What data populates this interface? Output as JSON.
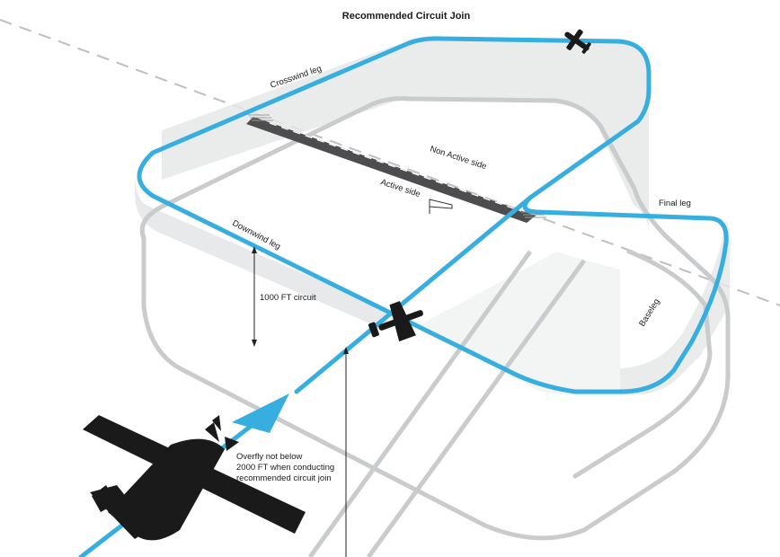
{
  "title": "Recommended Circuit Join",
  "labels": {
    "crosswind": "Crosswind leg",
    "non_active": "Non Active side",
    "active": "Active side",
    "final": "Final leg",
    "downwind": "Downwind leg",
    "circuit_height": "1000 FT circuit",
    "base": "Baseleg",
    "overfly_line1": "Overfly not below",
    "overfly_line2": "2000 FT when conducting",
    "overfly_line3": "recommended circuit join"
  },
  "colors": {
    "circuit_path": "#36aee0",
    "ground_track": "#c9cbcd",
    "wall_fill": "#e6e7e8",
    "runway": "#4d4d4f",
    "aircraft": "#1a1a1a"
  },
  "icons": [
    "aircraft-large-icon",
    "aircraft-midfield-icon",
    "aircraft-crosswind-icon",
    "windsock-icon",
    "direction-arrow-icon"
  ]
}
